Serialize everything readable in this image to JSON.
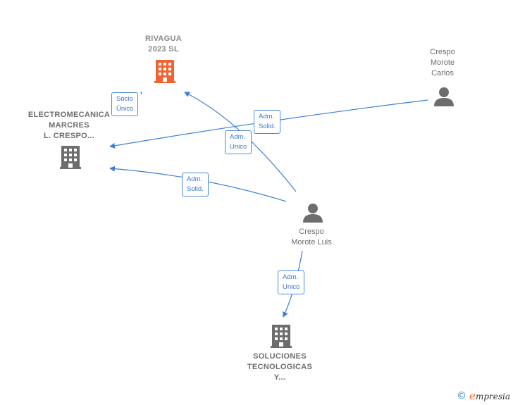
{
  "colors": {
    "edge": "#3a7fd5",
    "company_highlight": "#f26331",
    "company": "#6d6d6d",
    "person": "#6d6d6d"
  },
  "nodes": {
    "rivagua": {
      "label": "RIVAGUA\n2023  SL",
      "icon": "building-icon"
    },
    "electromecanica": {
      "label": "ELECTROMECANICA\nMARCRES\nL.  CRESPO...",
      "icon": "building-icon"
    },
    "crespo_carlos": {
      "label": "Crespo\nMorote\nCarlos",
      "icon": "person-icon"
    },
    "crespo_luis": {
      "label": "Crespo\nMorote Luis",
      "icon": "person-icon"
    },
    "soluciones": {
      "label": "SOLUCIONES\nTECNOLOGICAS\nY...",
      "icon": "building-icon"
    }
  },
  "edges": {
    "socio_unico": "Socio\nÚnico",
    "adm_solid_carlos": "Adm.\nSolid.",
    "adm_unico_rivagua": "Adm.\nUnico",
    "adm_solid_luis": "Adm.\nSolid.",
    "adm_unico_soluciones": "Adm.\nUnico"
  },
  "footer": {
    "copyright_symbol": "©",
    "brand_initial": "e",
    "brand_rest": "mpresia"
  }
}
